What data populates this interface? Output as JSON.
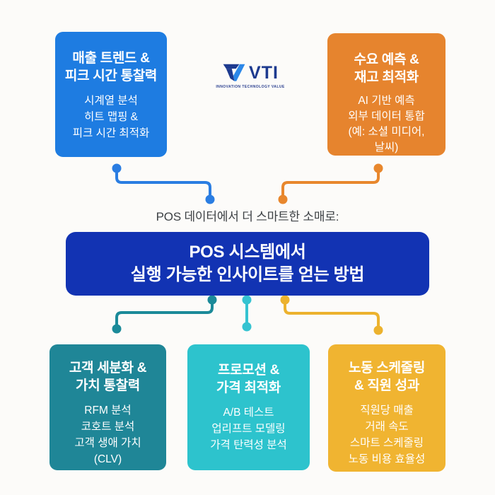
{
  "page": {
    "background": "#fcfbf9"
  },
  "logo": {
    "name": "VTI",
    "tagline": "INNOVATION TECHNOLOGY VALUE",
    "icon": "vti-v-mark-icon",
    "colors": {
      "dark": "#1d3a8f",
      "light": "#2b87e8"
    }
  },
  "intro_label": "POS 데이터에서 더 스마트한 소매로:",
  "banner": {
    "line1": "POS 시스템에서",
    "line2": "실행 가능한 인사이트를 얻는 방법",
    "color": "#1233b3"
  },
  "cards": [
    {
      "id": "sales-trends",
      "position": "top-left",
      "color": "#1e7ce1",
      "title_line1": "매출 트렌드 &",
      "title_line2": "피크 시간 통찰력",
      "items": [
        "시계열 분석",
        "히트 맵핑 &",
        "피크 시간 최적화"
      ]
    },
    {
      "id": "demand-forecast",
      "position": "top-right",
      "color": "#e6842e",
      "title_line1": "수요 예측 &",
      "title_line2": "재고 최적화",
      "items": [
        "AI 기반 예측",
        "외부 데이터 통합",
        "(예: 소셜 미디어,",
        "날씨)"
      ]
    },
    {
      "id": "customer-segmentation",
      "position": "bottom-left",
      "color": "#1f8697",
      "title_line1": "고객 세분화 &",
      "title_line2": "가치 통찰력",
      "items": [
        "RFM 분석",
        "코호트 분석",
        "고객 생애 가치",
        "(CLV)"
      ]
    },
    {
      "id": "promotion-pricing",
      "position": "bottom-center",
      "color": "#2dc3cd",
      "title_line1": "프로모션 &",
      "title_line2": "가격 최적화",
      "items": [
        "A/B 테스트",
        "업리프트 모델링",
        "가격 탄력성 분석"
      ]
    },
    {
      "id": "labor-scheduling",
      "position": "bottom-right",
      "color": "#f0b431",
      "title_line1": "노동 스케줄링",
      "title_line2": "& 직원 성과",
      "items": [
        "직원당 매출",
        "거래 속도",
        "스마트 스케줄링",
        "노동 비용 효율성"
      ]
    }
  ],
  "connectors": {
    "blue": "#2a7de2",
    "orange": "#e8872d",
    "teal": "#1b8a99",
    "turquoise": "#35c3d1",
    "yellow": "#ecb22e"
  }
}
